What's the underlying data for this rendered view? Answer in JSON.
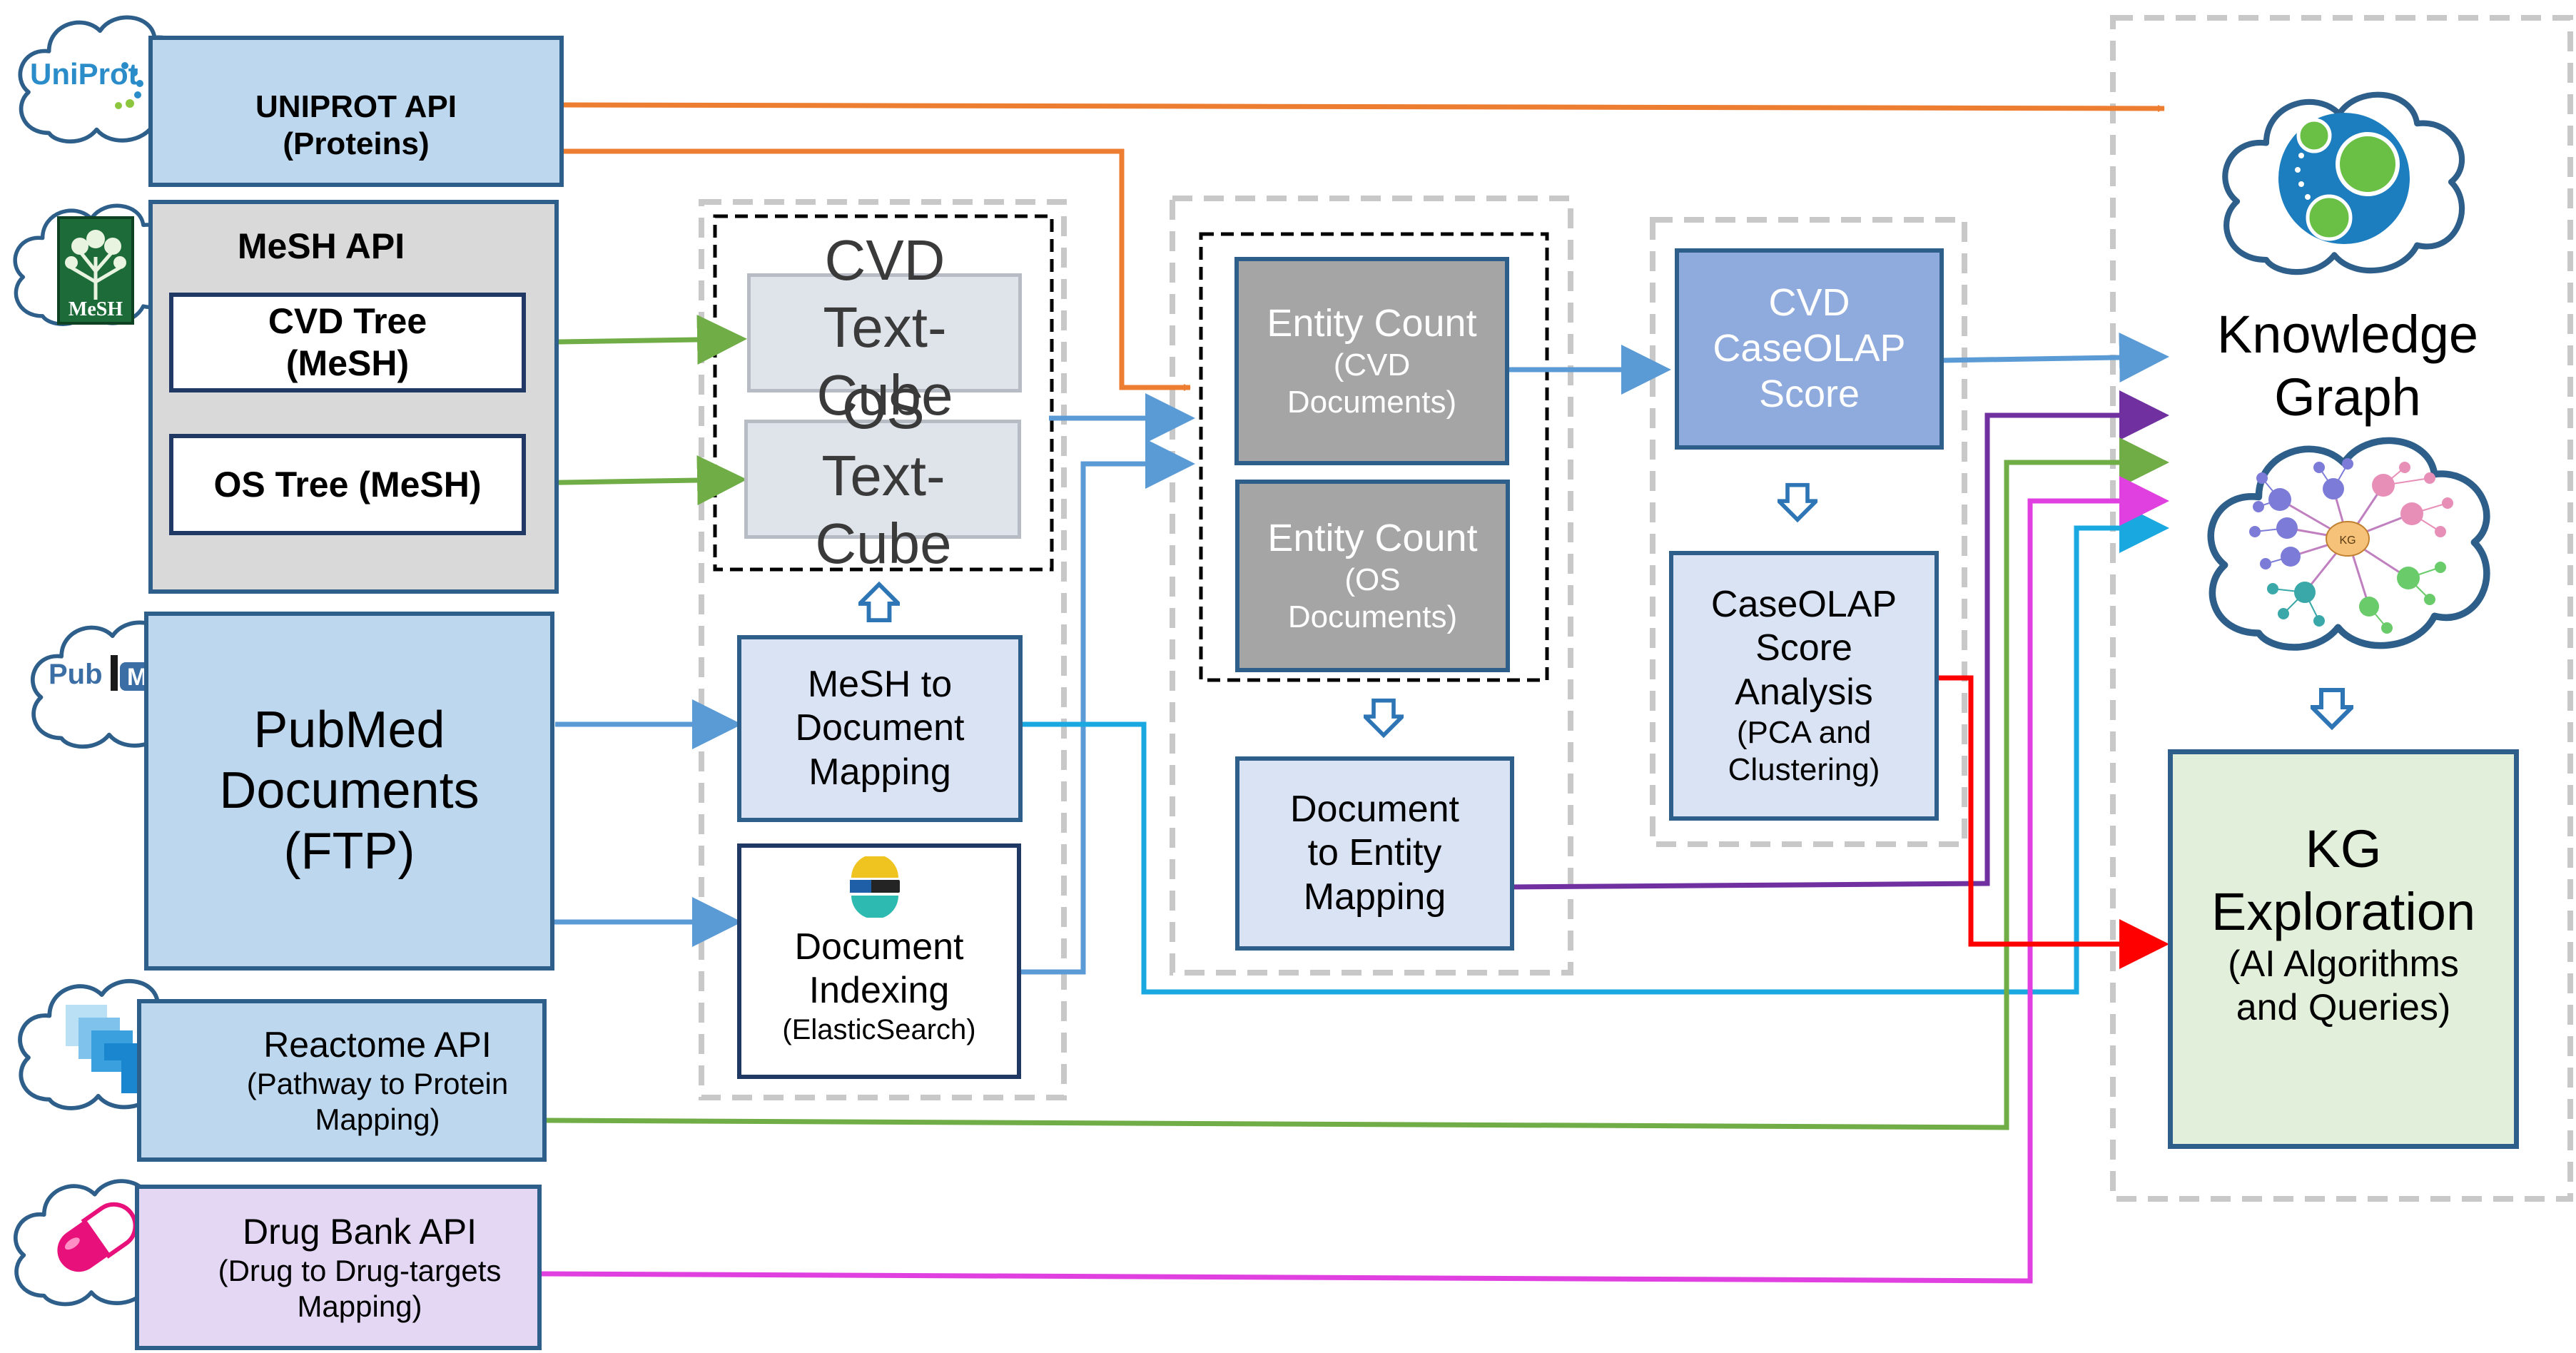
{
  "colors": {
    "orange": "#ed7d31",
    "blue": "#5b9bd5",
    "green": "#70ad47",
    "purple": "#7030a0",
    "magenta": "#e040e0",
    "cyan": "#19a8e0",
    "red": "#ff0000",
    "arrow_blue": "#2e75b6"
  },
  "sources": {
    "uniprot": {
      "logo": "UniProt",
      "title": "UNIPROT API",
      "subtitle": "(Proteins)"
    },
    "mesh": {
      "logo": "MeSH",
      "title": "MeSH API",
      "cvd_tree": "CVD Tree (MeSH)",
      "os_tree": "OS Tree (MeSH)"
    },
    "pubmed": {
      "logo_left": "Pub",
      "logo_right": "Med",
      "line1": "PubMed",
      "line2": "Documents",
      "line3": "(FTP)"
    },
    "reactome": {
      "title": "Reactome API",
      "subtitle_l1": "(Pathway to Protein",
      "subtitle_l2": "Mapping)"
    },
    "drugbank": {
      "title": "Drug Bank API",
      "subtitle_l1": "(Drug to Drug-targets",
      "subtitle_l2": "Mapping)"
    }
  },
  "textcube": {
    "cvd_l1": "CVD",
    "cvd_l2": "Text-",
    "cvd_l3": "Cube",
    "os_l1": "OS",
    "os_l2": "Text-",
    "os_l3": "Cube"
  },
  "processing": {
    "mesh_mapping_l1": "MeSH to",
    "mesh_mapping_l2": "Document",
    "mesh_mapping_l3": "Mapping",
    "indexing_l1": "Document",
    "indexing_l2": "Indexing",
    "indexing_sub": "(ElasticSearch)"
  },
  "entity": {
    "count_cvd_title": "Entity Count",
    "count_cvd_sub_l1": "(CVD",
    "count_cvd_sub_l2": "Documents)",
    "count_os_title": "Entity Count",
    "count_os_sub_l1": "(OS",
    "count_os_sub_l2": "Documents)",
    "doc_entity_l1": "Document",
    "doc_entity_l2": "to Entity",
    "doc_entity_l3": "Mapping"
  },
  "caseolap": {
    "score_l1": "CVD",
    "score_l2": "CaseOLAP",
    "score_l3": "Score",
    "analysis_l1": "CaseOLAP",
    "analysis_l2": "Score",
    "analysis_l3": "Analysis",
    "analysis_sub_l1": "(PCA and",
    "analysis_sub_l2": "Clustering)"
  },
  "kg": {
    "title_l1": "Knowledge",
    "title_l2": "Graph",
    "exploration_l1": "KG",
    "exploration_l2": "Exploration",
    "exploration_sub_l1": "(AI Algorithms",
    "exploration_sub_l2": "and Queries)",
    "center_node": "KG"
  }
}
